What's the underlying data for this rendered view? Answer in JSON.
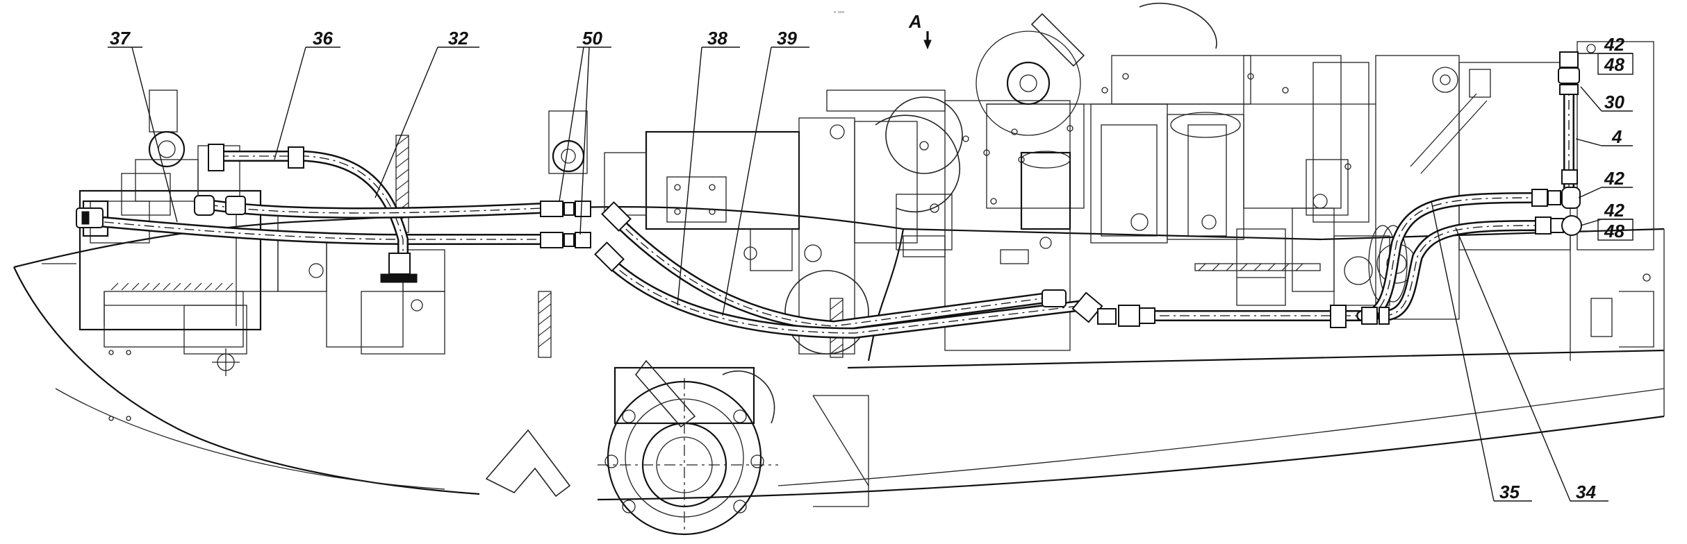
{
  "drawing": {
    "view_label": "A",
    "tiny_note": "▫ ▫▫▫",
    "callouts": [
      {
        "id": "c37",
        "text": "37"
      },
      {
        "id": "c36",
        "text": "36"
      },
      {
        "id": "c32",
        "text": "32"
      },
      {
        "id": "c50",
        "text": "50"
      },
      {
        "id": "c38",
        "text": "38"
      },
      {
        "id": "c39",
        "text": "39"
      },
      {
        "id": "c42a",
        "text": "42"
      },
      {
        "id": "c48a",
        "text": "48"
      },
      {
        "id": "c30",
        "text": "30"
      },
      {
        "id": "c4",
        "text": "4"
      },
      {
        "id": "c42b",
        "text": "42"
      },
      {
        "id": "c42c",
        "text": "42"
      },
      {
        "id": "c48b",
        "text": "48"
      },
      {
        "id": "c35",
        "text": "35"
      },
      {
        "id": "c34",
        "text": "34"
      }
    ]
  }
}
